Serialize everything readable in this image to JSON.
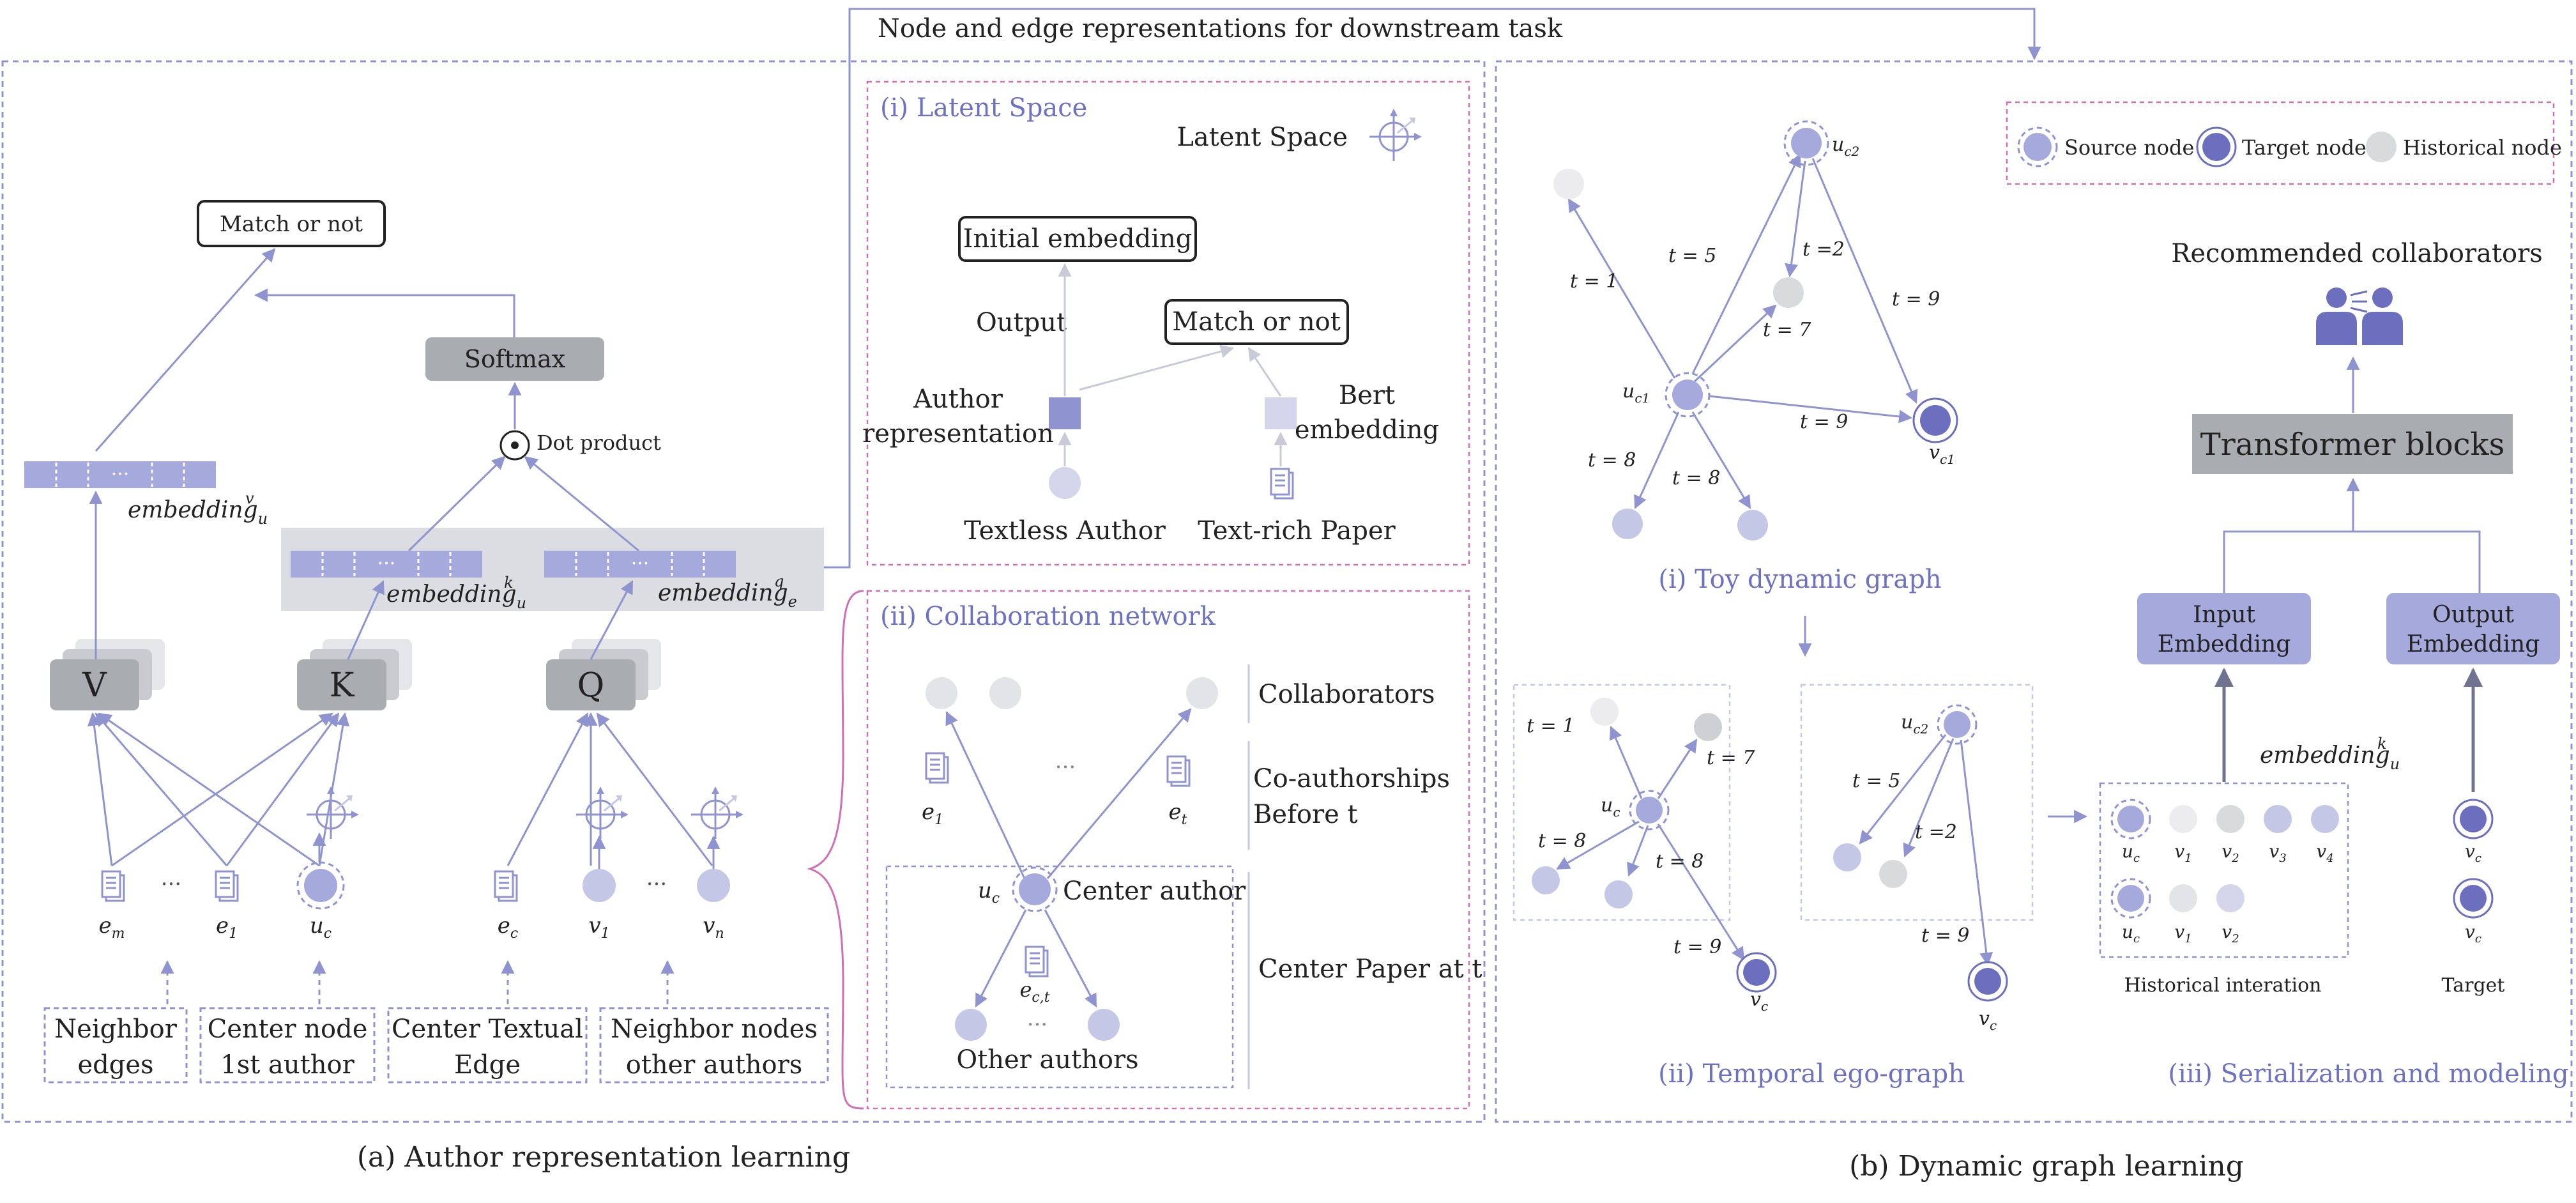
{
  "top_label": "Node and edge representations for downstream task",
  "panel_a": {
    "caption": "(a) Author representation learning",
    "match_or_not": "Match or not",
    "softmax": "Softmax",
    "dot_product": "Dot product",
    "embedding_v": "embedding",
    "embedding_v_sub": "u",
    "embedding_v_sup": "v",
    "embedding_k": "embedding",
    "embedding_k_sub": "u",
    "embedding_k_sup": "k",
    "embedding_q": "embedding",
    "embedding_q_sub": "e",
    "embedding_q_sup": "q",
    "ellipsis": "···",
    "v_letter": "V",
    "k_letter": "K",
    "q_letter": "Q",
    "node_labels": {
      "em": "e",
      "em_sub": "m",
      "e1": "e",
      "e1_sub": "1",
      "uc": "u",
      "uc_sub": "c",
      "ec": "e",
      "ec_sub": "c",
      "v1": "v",
      "v1_sub": "1",
      "vn": "v",
      "vn_sub": "n"
    },
    "input_boxes": [
      {
        "line1": "Neighbor",
        "line2": "edges"
      },
      {
        "line1": "Center node",
        "line2": "1st author"
      },
      {
        "line1": "Center Textual",
        "line2": "Edge"
      },
      {
        "line1": "Neighbor nodes",
        "line2": "other authors"
      }
    ]
  },
  "latent_space": {
    "title": "(i) Latent Space",
    "legend_label": "Latent Space",
    "initial_embedding": "Initial embedding",
    "output": "Output",
    "match_or_not": "Match or not",
    "author_rep_line1": "Author",
    "author_rep_line2": "representation",
    "bert_line1": "Bert",
    "bert_line2": "embedding",
    "textless_author": "Textless Author",
    "textrich_paper": "Text-rich Paper"
  },
  "collab_network": {
    "title": "(ii) Collaboration network",
    "collaborators": "Collaborators",
    "coauthorships_line1": "Co-authorships",
    "coauthorships_line2": "Before t",
    "center_author": "Center author",
    "other_authors": "Other authors",
    "center_paper": "Center Paper at t",
    "ellipsis": "···",
    "e1": "e",
    "e1_sub": "1",
    "et": "e",
    "et_sub": "t",
    "uc": "u",
    "uc_sub": "c",
    "ect": "e",
    "ect_sub": "c,t"
  },
  "panel_b": {
    "caption": "(b) Dynamic graph learning",
    "legend": {
      "source": "Source node",
      "target": "Target node",
      "historical": "Historical node"
    },
    "toy_graph_title": "(i) Toy dynamic graph",
    "temporal_title": "(ii) Temporal ego-graph",
    "serialization_title": "(iii) Serialization and modeling",
    "recommended": "Recommended collaborators",
    "transformer": "Transformer blocks",
    "input_emb_line1": "Input",
    "input_emb_line2": "Embedding",
    "output_emb_line1": "Output",
    "output_emb_line2": "Embedding",
    "embedding_k": "embedding",
    "embedding_k_sub": "u",
    "embedding_k_sup": "k",
    "historical_interaction": "Historical interation",
    "target": "Target",
    "edge_labels": {
      "t5": "t = 5",
      "t2": "t =2",
      "t1": "t = 1",
      "t9": "t = 9",
      "t7": "t = 7",
      "t9b": "t = 9",
      "t8a": "t = 8",
      "t8b": "t = 8"
    },
    "toy_nodes": {
      "uc2": "u",
      "uc2_sub": "c2",
      "uc1": "u",
      "uc1_sub": "c1",
      "vc1": "v",
      "vc1_sub": "c1"
    },
    "ego_left": {
      "t1": "t = 1",
      "t7": "t = 7",
      "t8a": "t = 8",
      "t8b": "t = 8",
      "t9": "t = 9",
      "uc": "u",
      "uc_sub": "c",
      "vc": "v",
      "vc_sub": "c"
    },
    "ego_right": {
      "t5": "t = 5",
      "t2": "t =2",
      "t9": "t = 9",
      "uc2": "u",
      "uc2_sub": "c2",
      "vc": "v",
      "vc_sub": "c"
    },
    "seq_row1": [
      {
        "b": "u",
        "s": "c"
      },
      {
        "b": "v",
        "s": "1"
      },
      {
        "b": "v",
        "s": "2"
      },
      {
        "b": "v",
        "s": "3"
      },
      {
        "b": "v",
        "s": "4"
      }
    ],
    "seq_row2": [
      {
        "b": "u",
        "s": "c"
      },
      {
        "b": "v",
        "s": "1"
      },
      {
        "b": "v",
        "s": "2"
      }
    ],
    "target_nodes": [
      {
        "b": "v",
        "s": "c"
      },
      {
        "b": "v",
        "s": "c"
      }
    ]
  },
  "colors": {
    "accent": "#8f93cf",
    "node_light": "#c5c7e6",
    "node_mid": "#a6a9dc",
    "node_dark": "#6b6fbd",
    "hist": "#d9dadc",
    "gray_box": "#a9acb0",
    "title_blue": "#6d71c2",
    "pink_border": "#cf6fb5"
  }
}
